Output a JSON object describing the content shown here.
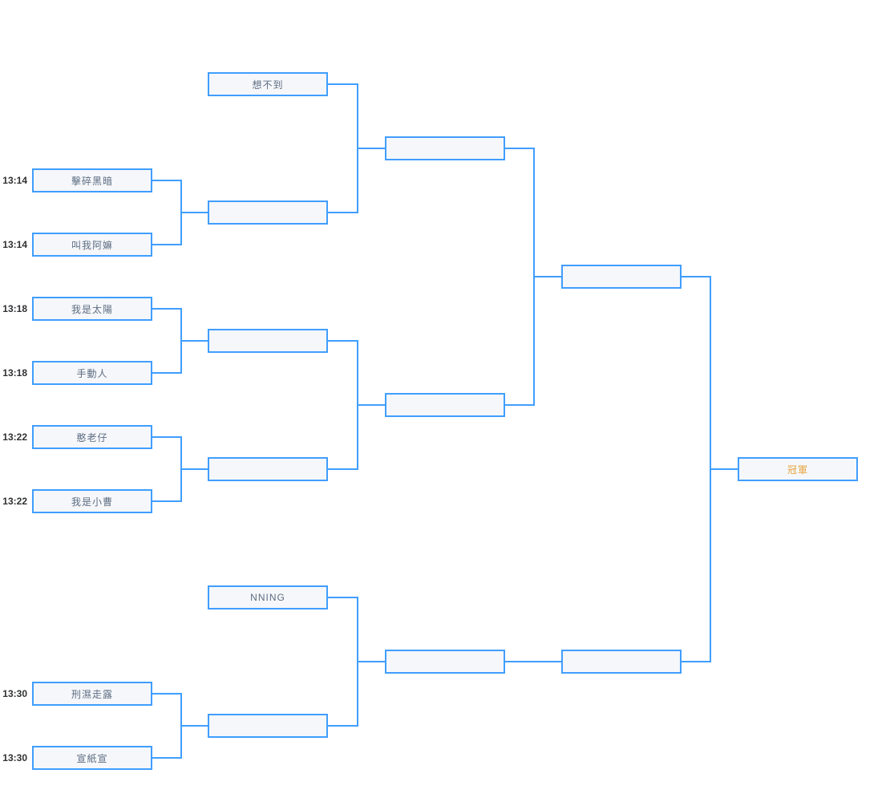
{
  "colors": {
    "box_border": "#409EFF",
    "box_fill": "#F5F7FA",
    "connector": "#409EFF",
    "team_text": "#5E6D82",
    "time_text": "#303133",
    "champion_text": "#E6A23C"
  },
  "bracket": {
    "byes": [
      {
        "team": "想不到"
      },
      {
        "team": "NNING"
      }
    ],
    "round1": [
      {
        "time": "13:14",
        "team": "擊碎黑暗"
      },
      {
        "time": "13:14",
        "team": "叫我阿嫲"
      },
      {
        "time": "13:18",
        "team": "我是太陽"
      },
      {
        "time": "13:18",
        "team": "手動人"
      },
      {
        "time": "13:22",
        "team": "憨老仔"
      },
      {
        "time": "13:22",
        "team": "我是小曹"
      },
      {
        "time": "13:30",
        "team": "刑濕走露"
      },
      {
        "time": "13:30",
        "team": "宣紙宣"
      }
    ],
    "final": {
      "label": "冠軍"
    }
  }
}
